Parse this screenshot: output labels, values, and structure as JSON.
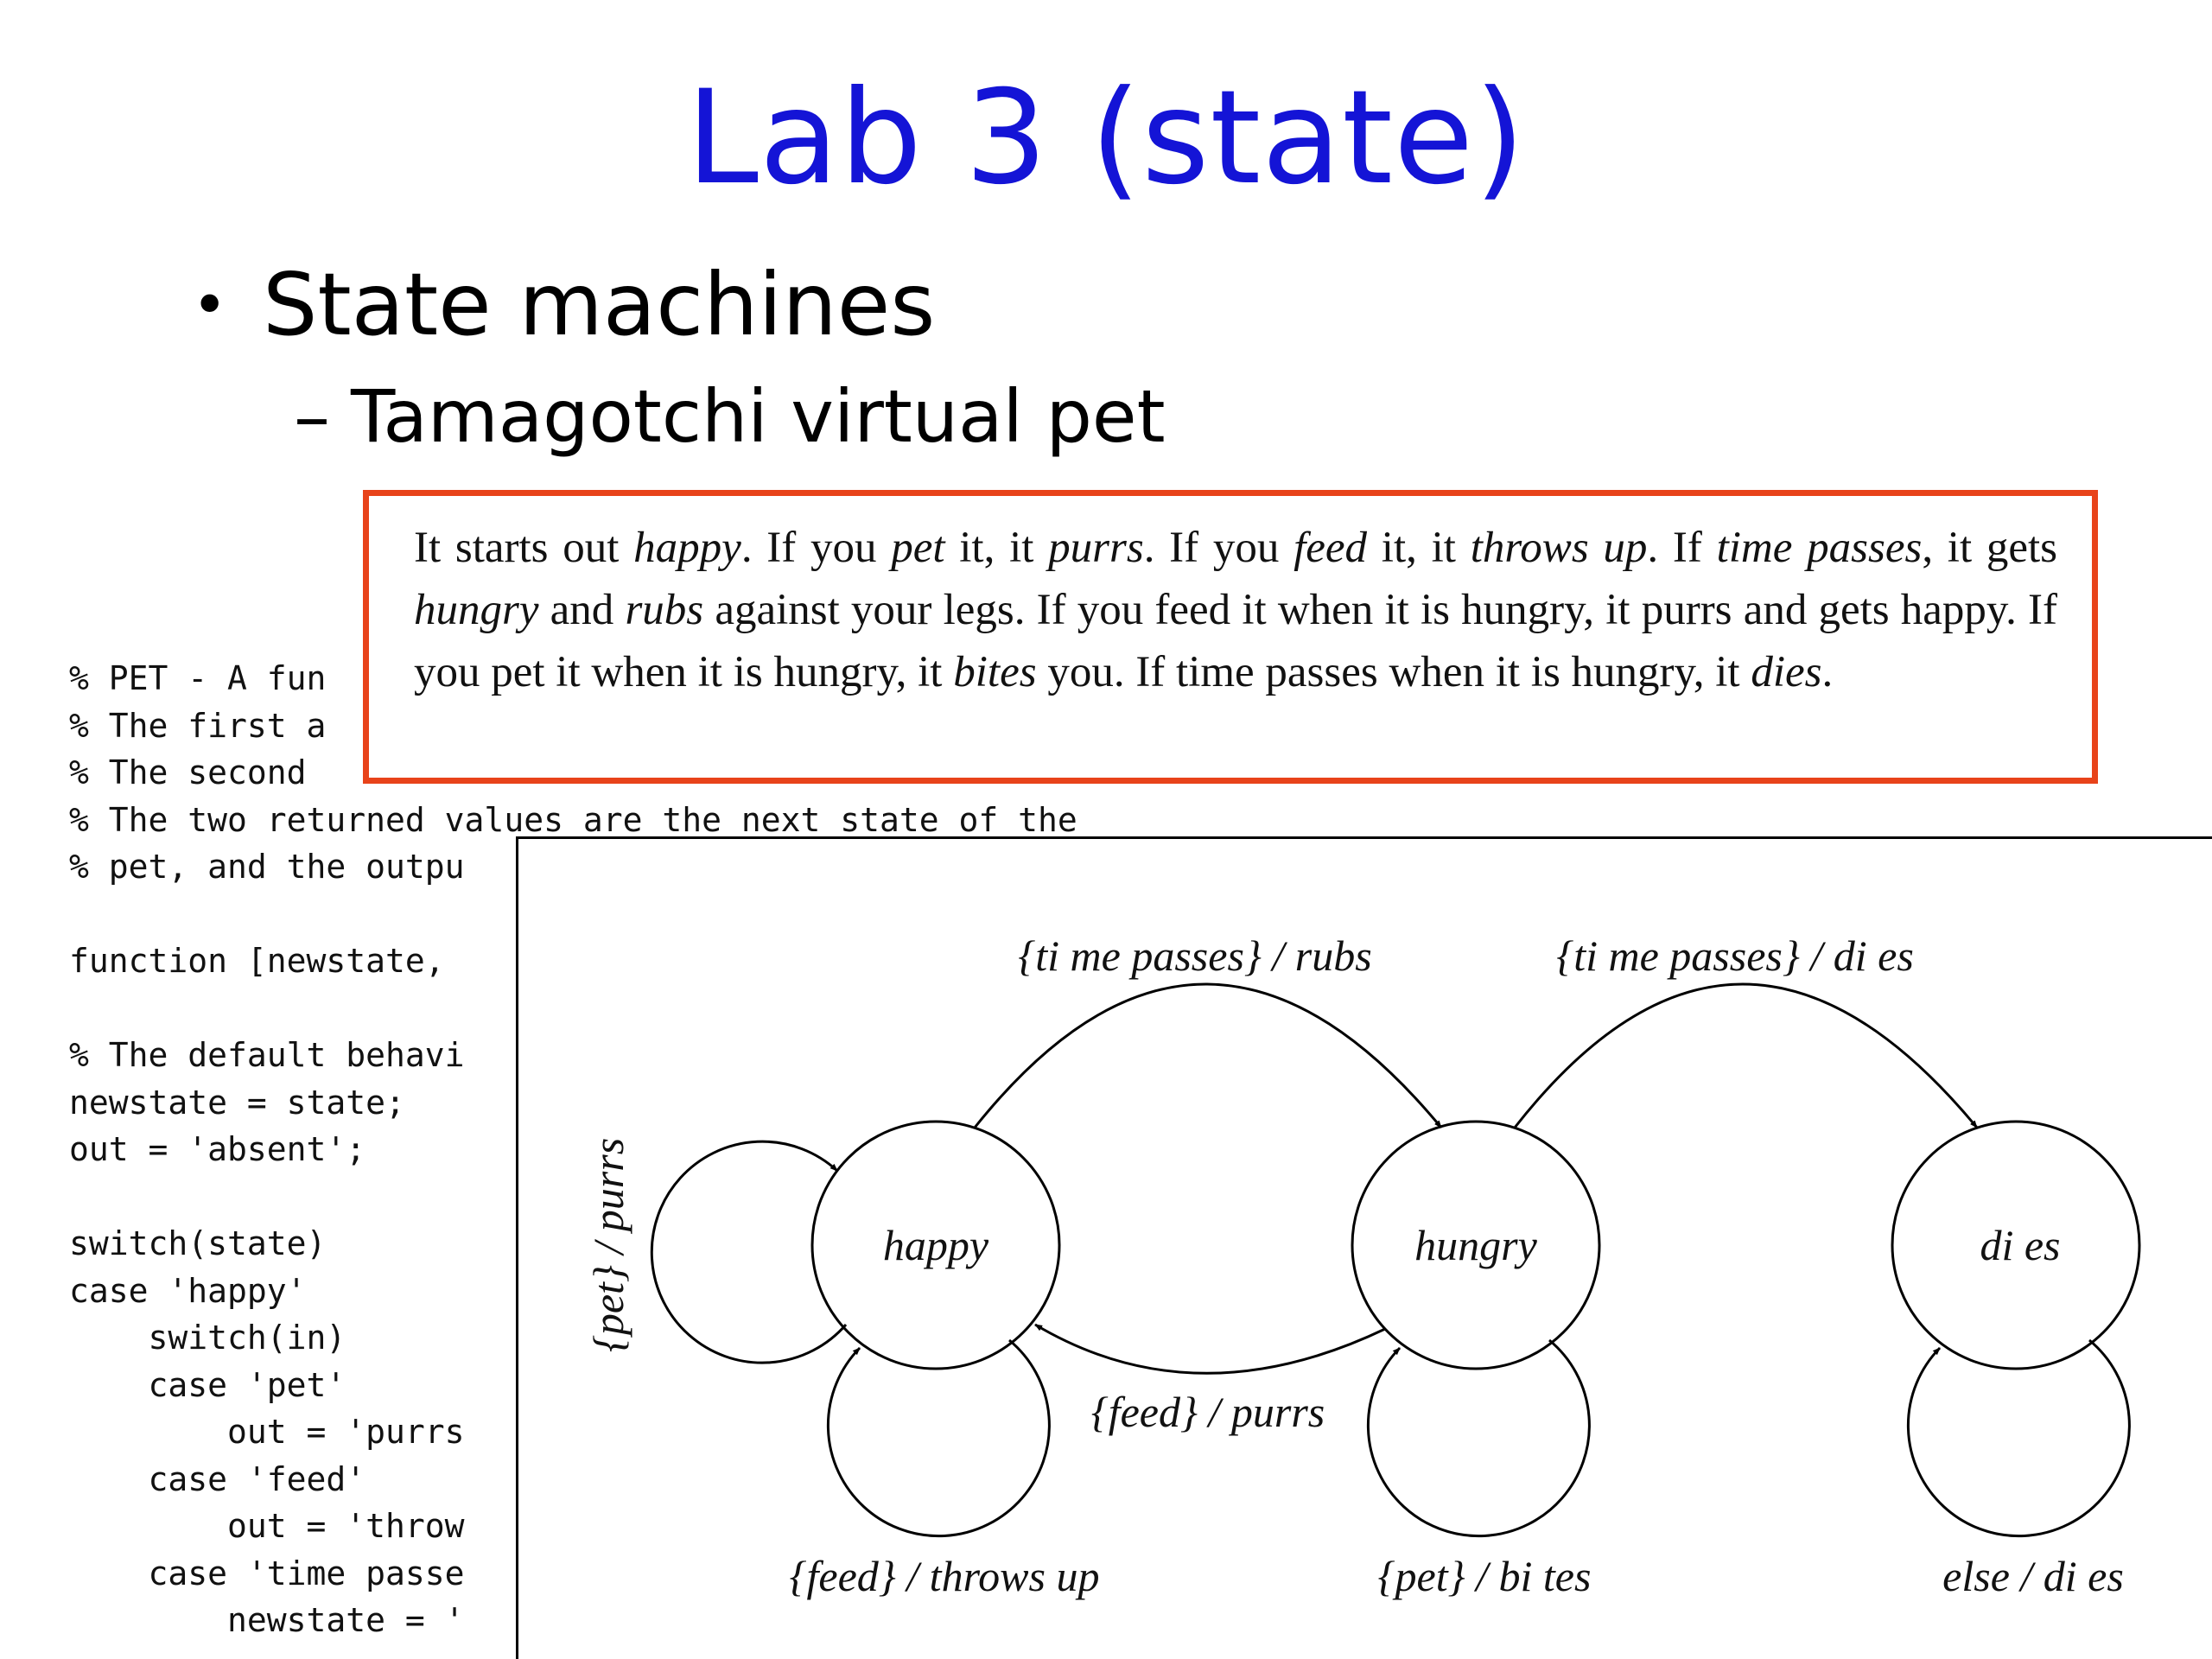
{
  "slide": {
    "title": "Lab 3 (state)",
    "bullet": "State machines",
    "subbullet": "Tamagotchi virtual pet"
  },
  "description": {
    "runs": [
      {
        "t": "It starts out ",
        "i": false
      },
      {
        "t": "happy",
        "i": true
      },
      {
        "t": ". If you ",
        "i": false
      },
      {
        "t": "pet",
        "i": true
      },
      {
        "t": " it, it ",
        "i": false
      },
      {
        "t": "purrs",
        "i": true
      },
      {
        "t": ". If you ",
        "i": false
      },
      {
        "t": "feed",
        "i": true
      },
      {
        "t": " it, it ",
        "i": false
      },
      {
        "t": "throws up",
        "i": true
      },
      {
        "t": ". If ",
        "i": false
      },
      {
        "t": "time passes",
        "i": true
      },
      {
        "t": ", it gets ",
        "i": false
      },
      {
        "t": "hungry",
        "i": true
      },
      {
        "t": " and ",
        "i": false
      },
      {
        "t": "rubs",
        "i": true
      },
      {
        "t": " against your legs. If you feed it when it is hungry, it purrs and gets happy. If you pet it when it is hungry, it ",
        "i": false
      },
      {
        "t": "bites",
        "i": true
      },
      {
        "t": " you. If time passes when it is hungry, it ",
        "i": false
      },
      {
        "t": "dies",
        "i": true
      },
      {
        "t": ".",
        "i": false
      }
    ]
  },
  "code": {
    "lines": [
      "% PET - A fun",
      "% The first a",
      "% The second ",
      "% The two returned values are the next state of the",
      "% pet, and the outpu",
      "",
      "function [newstate,",
      "",
      "% The default behavi",
      "newstate = state;",
      "out = 'absent';",
      "",
      "switch(state)",
      "case 'happy'",
      "    switch(in)",
      "    case 'pet'",
      "        out = 'purrs",
      "    case 'feed'",
      "        out = 'throw",
      "    case 'time passe",
      "        newstate = '"
    ]
  },
  "diagram": {
    "states": {
      "happy": "happy",
      "hungry": "hungry",
      "dies": "di es"
    },
    "transitions": {
      "happy_pet": "{pet} / purrs",
      "happy_feed": "{feed} / throws  up",
      "happy_to_hungry": "{ti me  passes} / rubs",
      "hungry_to_happy": "{feed} / purrs",
      "hungry_pet": "{pet} / bi tes",
      "hungry_to_dies": "{ti me  passes} / di es",
      "dies_else": "else  /  di es"
    }
  }
}
